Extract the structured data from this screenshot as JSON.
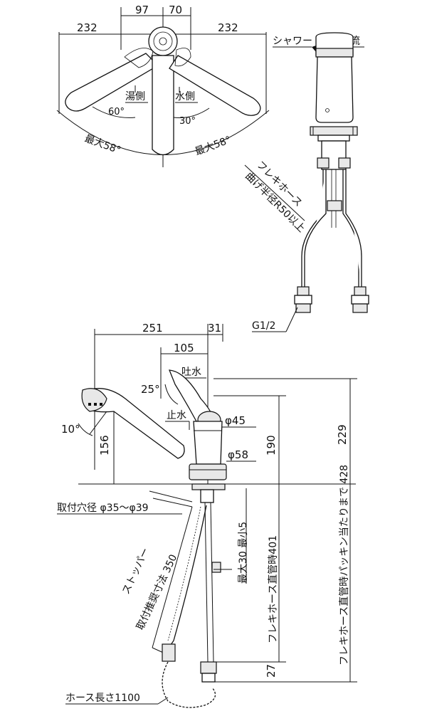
{
  "top_view": {
    "dim_left": "232",
    "dim_center_left": "97",
    "dim_center_right": "70",
    "dim_right": "232",
    "hot_side": "湯側",
    "cold_side": "水側",
    "angle_hot": "60°",
    "angle_cold": "30°",
    "max_left": "最大58°",
    "max_right": "最大58°"
  },
  "side_view": {
    "shower": "シャワー",
    "stream": "整流",
    "flex_hose": "フレキホース",
    "bend_radius": "曲げ半径R50以上",
    "thread": "G1/2"
  },
  "front_view": {
    "dim_251": "251",
    "dim_31": "31",
    "dim_105": "105",
    "spout_water": "吐水",
    "angle_25": "25°",
    "stop_water": "止水",
    "dia_45": "φ45",
    "angle_10": "10°",
    "dim_156": "156",
    "dim_190": "190",
    "dim_229": "229",
    "dia_58": "φ58",
    "mount_hole": "取付穴径 φ35～φ39",
    "stopper": "ストッパー",
    "stopper_dim": "取付推奨寸法 350",
    "max30_min5": "最大30 最小5",
    "flex_straight": "フレキホース直管時401",
    "flex_packing": "フレキホース直管時パッキン当たりまで 428",
    "dim_27": "27",
    "hose_length": "ホース長さ1100"
  }
}
